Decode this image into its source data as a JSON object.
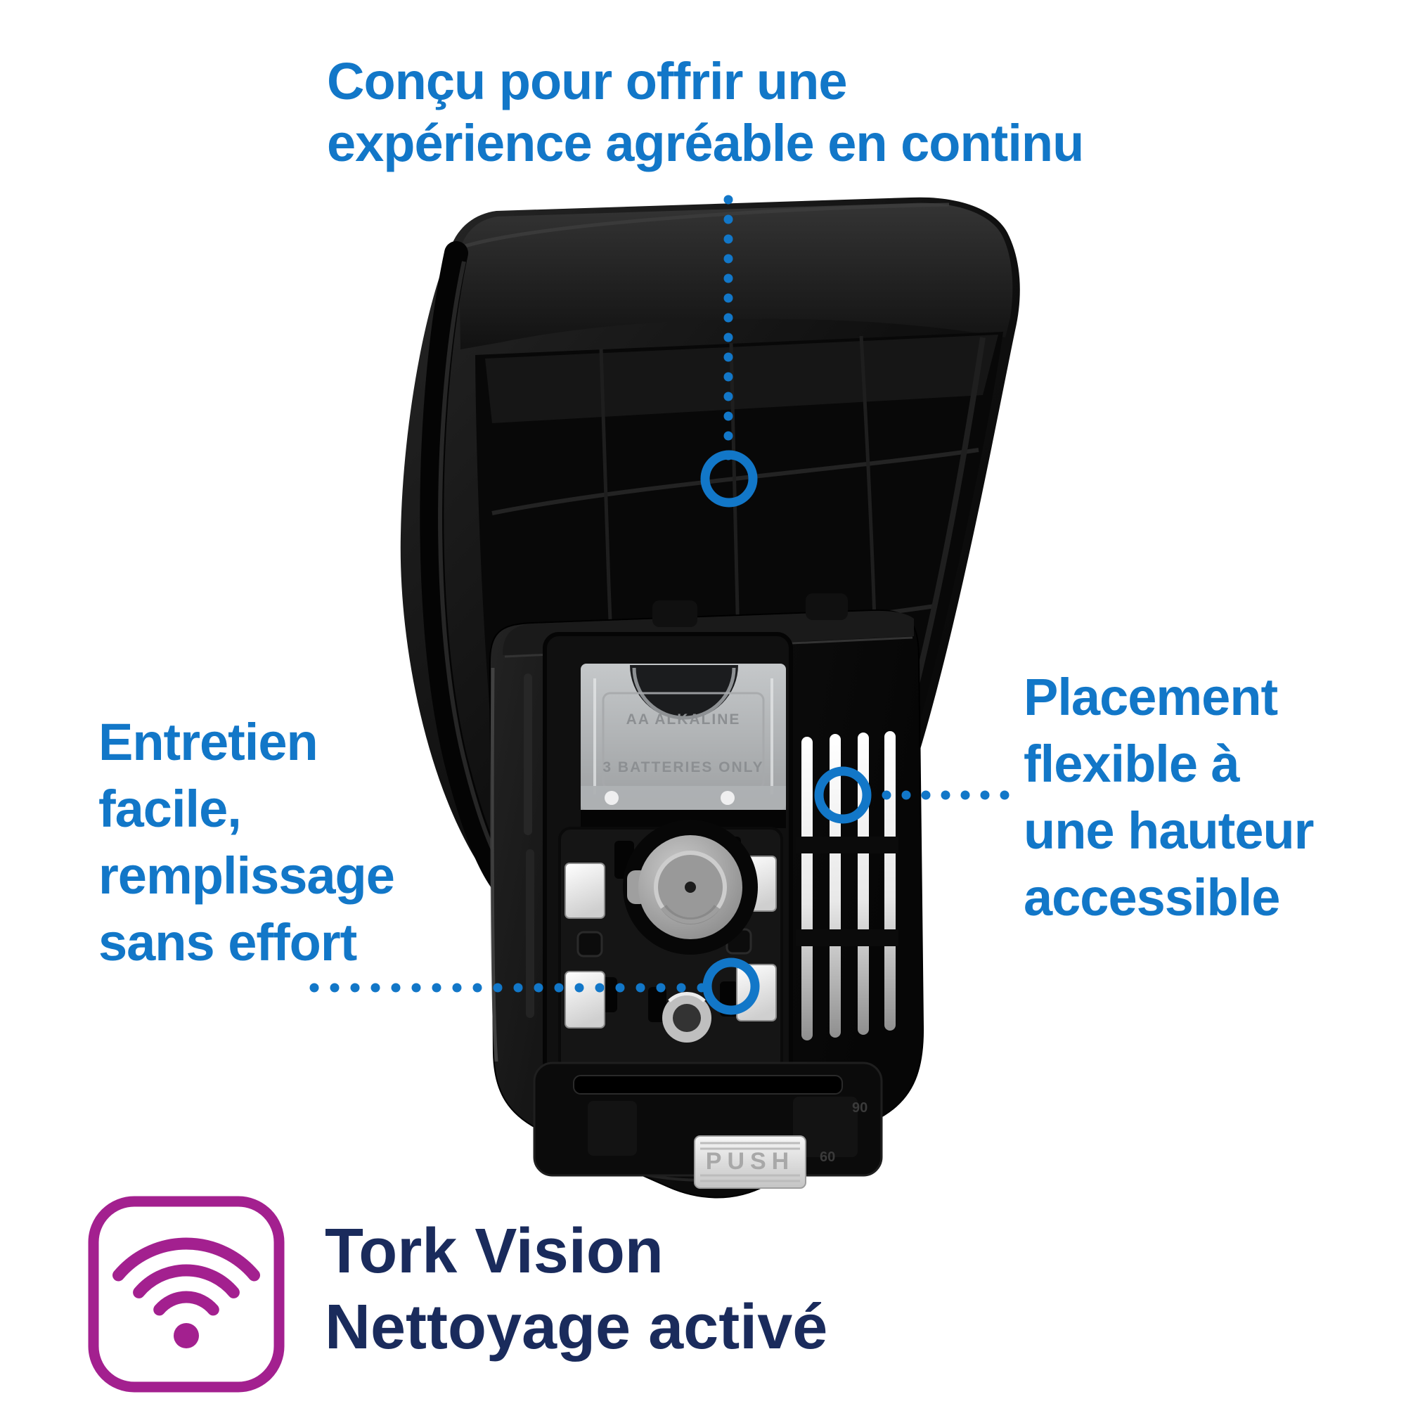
{
  "callouts": {
    "top": {
      "lines": [
        "Conçu pour offrir une",
        "expérience agréable en continu"
      ]
    },
    "left": {
      "lines": [
        "Entretien",
        "facile,",
        "remplissage",
        "sans effort"
      ]
    },
    "right": {
      "lines": [
        "Placement",
        "flexible à",
        "une hauteur",
        "accessible"
      ]
    }
  },
  "footer": {
    "title_line1": "Tork Vision",
    "title_line2": "Nettoyage activé"
  },
  "product": {
    "battery_cover_line1": "AA ALKALINE",
    "battery_cover_line2": "3 BATTERIES ONLY",
    "push_button_label": "PUSH",
    "molded_mark_top": "90",
    "molded_mark_bottom": "60"
  },
  "colors": {
    "callout_blue": "#1277c8",
    "footer_navy": "#1a2b5c",
    "vision_purple": "#a3208f"
  }
}
